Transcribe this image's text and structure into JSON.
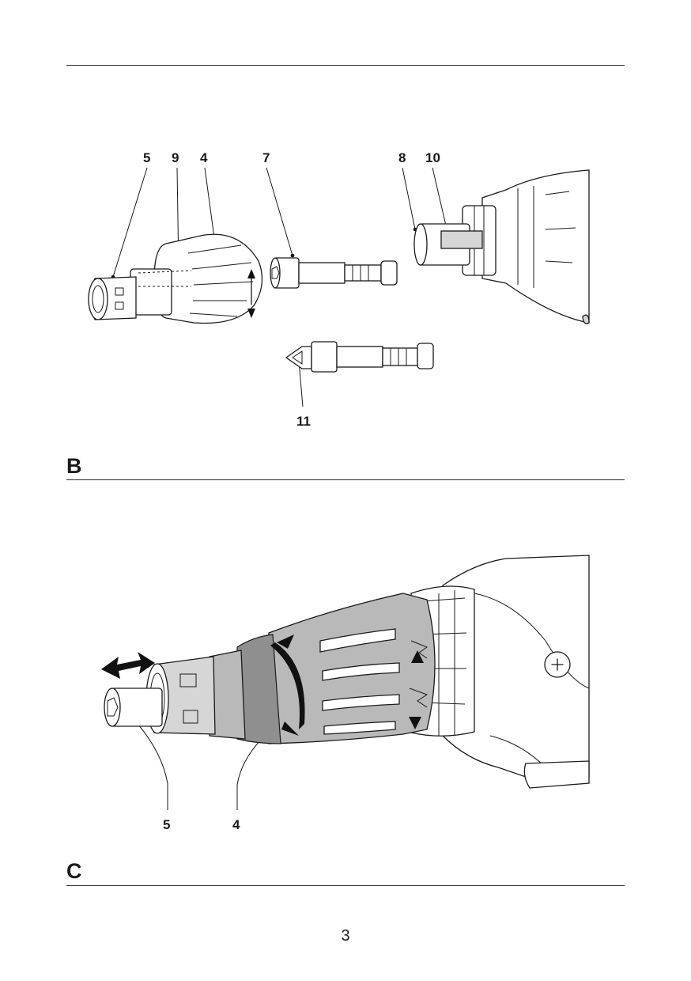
{
  "figure_b": {
    "section_label": "B",
    "callouts": [
      "5",
      "9",
      "4",
      "7",
      "8",
      "10",
      "11"
    ]
  },
  "figure_c": {
    "section_label": "C",
    "callouts": [
      "5",
      "4"
    ]
  },
  "page": {
    "number": "3"
  },
  "colors": {
    "line": "#1a1a1a",
    "shade": "#b9b9b9",
    "paper": "#ffffff"
  }
}
